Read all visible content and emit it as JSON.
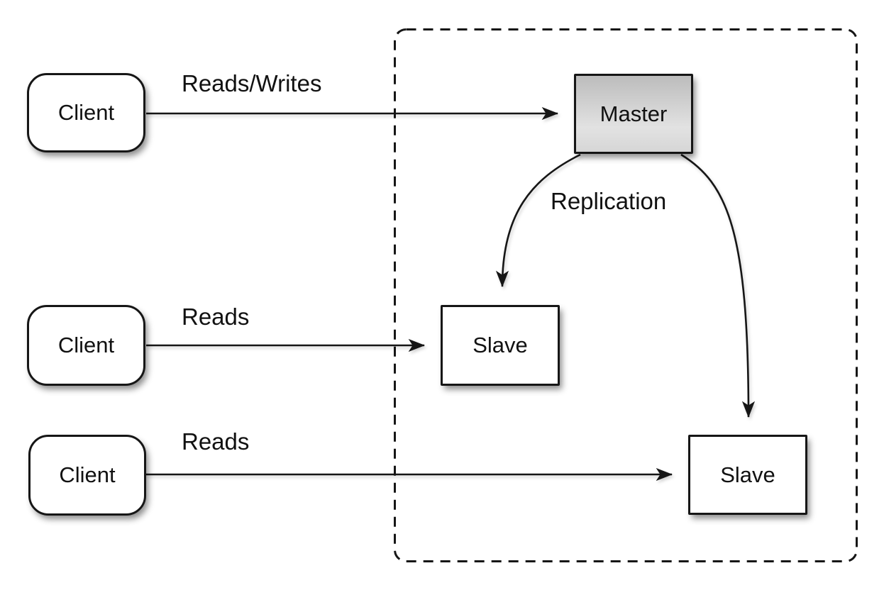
{
  "nodes": {
    "client1": {
      "label": "Client"
    },
    "client2": {
      "label": "Client"
    },
    "client3": {
      "label": "Client"
    },
    "master": {
      "label": "Master"
    },
    "slave1": {
      "label": "Slave"
    },
    "slave2": {
      "label": "Slave"
    }
  },
  "edges": {
    "client1_master": {
      "label": "Reads/Writes"
    },
    "client2_slave1": {
      "label": "Reads"
    },
    "client3_slave2": {
      "label": "Reads"
    },
    "master_slaves": {
      "label": "Replication"
    }
  },
  "colors": {
    "stroke": "#161616",
    "box-fill": "#ffffff",
    "master-grad-top": "#bcbcbc",
    "master-grad-mid": "#e2e2e2",
    "master-grad-bottom": "#d6d6d6",
    "bg": "#ffffff",
    "text": "#111111"
  }
}
